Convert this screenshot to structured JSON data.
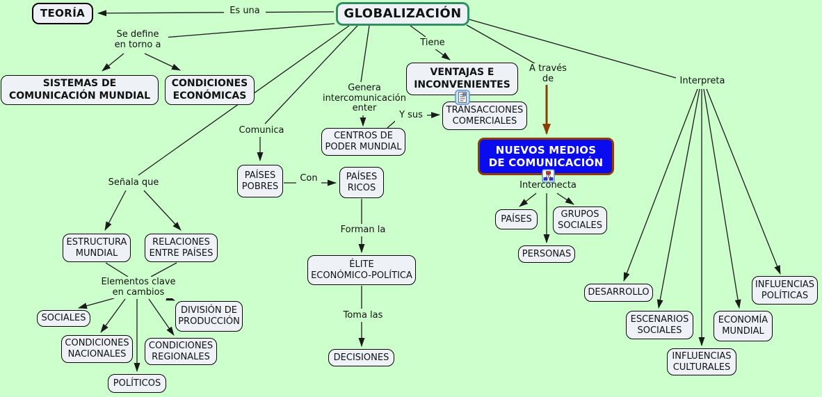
{
  "title": "Mapa conceptual de la Globalización",
  "colors": {
    "background": "#ccffcc",
    "node_fill": "#eef2f7",
    "node_border": "#000000",
    "globalizacion_border": "#2f8f62",
    "nuevos_fill": "#0b0bf0",
    "nuevos_border": "#8b3d05",
    "arrow_brown": "#8b3d05",
    "line_black": "#1a1a1a"
  },
  "nodes": {
    "globalizacion": {
      "label": "GLOBALIZACIÓN"
    },
    "teoria": {
      "label": "TEORÍA"
    },
    "sistemas": {
      "label": "SISTEMAS DE\nCOMUNICACIÓN MUNDIAL"
    },
    "condiciones_economicas": {
      "label": "CONDICIONES\nECONÓMICAS"
    },
    "ventajas": {
      "label": "VENTAJAS E\nINCONVENIENTES"
    },
    "transacciones": {
      "label": "TRANSACCIONES\nCOMERCIALES"
    },
    "centros_poder": {
      "label": "CENTROS DE\nPODER MUNDIAL"
    },
    "paises_pobres": {
      "label": "PAÍSES\nPOBRES"
    },
    "paises_ricos": {
      "label": "PAÍSES\nRICOS"
    },
    "elite": {
      "label": "ÉLITE\nECONÓMICO-POLÍTICA"
    },
    "decisiones": {
      "label": "DECISIONES"
    },
    "estructura_mundial": {
      "label": "ESTRUCTURA\nMUNDIAL"
    },
    "relaciones_paises": {
      "label": "RELACIONES\nENTRE PAÍSES"
    },
    "sociales": {
      "label": "SOCIALES"
    },
    "condiciones_nacionales": {
      "label": "CONDICIONES\nNACIONALES"
    },
    "condiciones_regionales": {
      "label": "CONDICIONES\nREGIONALES"
    },
    "politicos": {
      "label": "POLÍTICOS"
    },
    "division_produccion": {
      "label": "DIVISIÓN DE\nPRODUCCIÓN"
    },
    "nuevos_medios": {
      "label": "NUEVOS MEDIOS\nDE COMUNICACIÓN"
    },
    "paises": {
      "label": "PAÍSES"
    },
    "grupos_sociales": {
      "label": "GRUPOS\nSOCIALES"
    },
    "personas": {
      "label": "PERSONAS"
    },
    "desarrollo": {
      "label": "DESARROLLO"
    },
    "escenarios_sociales": {
      "label": "ESCENARIOS\nSOCIALES"
    },
    "influencias_culturales": {
      "label": "INFLUENCIAS\nCULTURALES"
    },
    "economia_mundial": {
      "label": "ECONOMÍA\nMUNDIAL"
    },
    "influencias_politicas": {
      "label": "INFLUENCIAS\nPOLÍTICAS"
    }
  },
  "phrases": {
    "es_una": "Es una",
    "se_define": "Se define\nen torno a",
    "tiene": "Tiene",
    "a_traves": "A través\nde",
    "genera": "Genera\nintercomunicación\nenter",
    "y_sus": "Y sus",
    "comunica": "Comunica",
    "con": "Con",
    "forman_la": "Forman la",
    "toma_las": "Toma las",
    "senala_que": "Señala que",
    "elementos": "Elementos clave\nen cambios",
    "interconecta": "Interconecta",
    "interpreta": "Interpreta"
  },
  "icons": {
    "ventajas_resource": "document-resource-icon",
    "nuevos_resource": "concept-map-resource-icon"
  }
}
